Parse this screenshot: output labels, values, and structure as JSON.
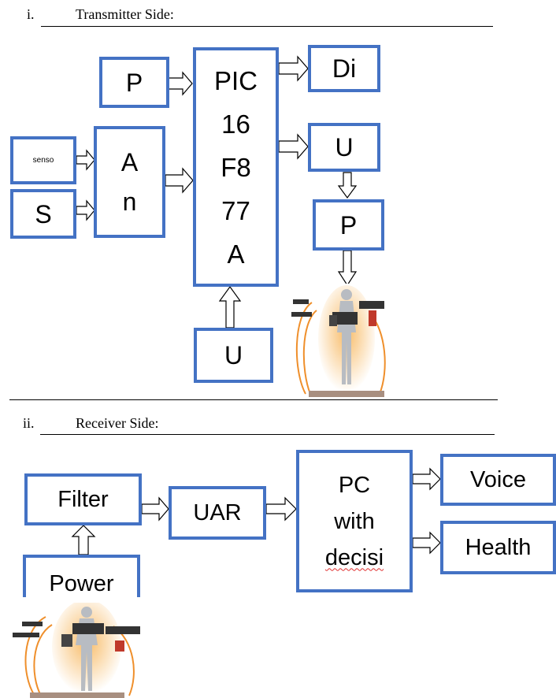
{
  "transmitter": {
    "heading_num": "i.",
    "heading_text": "Transmitter Side:",
    "blocks": {
      "p_top": "P",
      "pic": [
        "PIC",
        "16",
        "F8",
        "77",
        "A"
      ],
      "di": "Di",
      "u_right": "U",
      "p_right": "P",
      "sensor": "senso",
      "s": "S",
      "an": [
        "A",
        "n"
      ],
      "u_bottom": "U"
    }
  },
  "receiver": {
    "heading_num": "ii.",
    "heading_text": "Receiver Side:",
    "blocks": {
      "filter": "Filter",
      "uar": "UAR",
      "pc": [
        "PC",
        "with",
        "decisi"
      ],
      "voice": "Voice",
      "health": "Health",
      "power": "Power"
    }
  },
  "colors": {
    "box_border": "#4472c4",
    "body_glow": "#f5a742",
    "electrode": "#c0392b"
  }
}
